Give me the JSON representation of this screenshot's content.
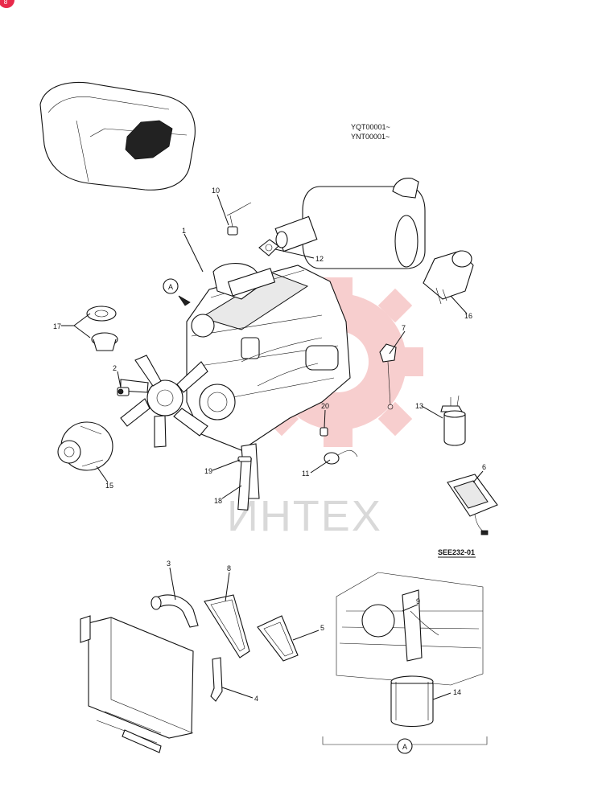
{
  "badge_text": "8",
  "serial_numbers": [
    "YQT00001~",
    "YNT00001~"
  ],
  "figure_code": "SEE232-01",
  "view_marker": "A",
  "watermark": {
    "text": "ИНТЕХ",
    "gear_color": "#f2a7a7",
    "text_color": "#d9d9d9"
  },
  "badge_color": "#e8294a",
  "callouts": {
    "c1": "1",
    "c2": "2",
    "c3": "3",
    "c4": "4",
    "c5": "5",
    "c6": "6",
    "c7": "7",
    "c8": "8",
    "c9": "9",
    "c10": "10",
    "c11": "11",
    "c12": "12",
    "c13": "13",
    "c14": "14",
    "c15": "15",
    "c16": "16",
    "c17": "17",
    "c18": "18",
    "c19": "19",
    "c20": "20"
  }
}
